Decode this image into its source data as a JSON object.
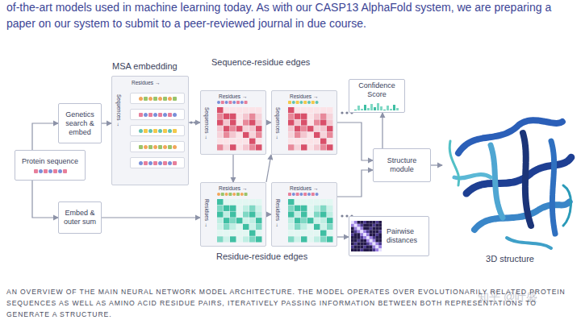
{
  "diagram": {
    "caption": "AN OVERVIEW OF THE MAIN NEURAL NETWORK MODEL ARCHITECTURE. THE MODEL OPERATES OVER EVOLUTIONARILY RELATED PROTEIN SEQUENCES AS WELL AS AMINO ACID RESIDUE PAIRS, ITERATIVELY PASSING INFORMATION BETWEEN BOTH REPRESENTATIONS TO GENERATE A STRUCTURE.",
    "nodes": [
      {
        "text": [
          "Protein sequence"
        ]
      },
      {
        "text": [
          "Genetics search & embed"
        ]
      },
      {
        "text": [
          "Embed & outer sum"
        ]
      },
      {
        "text": [
          "MSA embedding",
          "Residues →",
          "Sequences →"
        ]
      },
      {
        "text": [
          "Residues →",
          "Sequences →"
        ]
      },
      {
        "text": [
          "Residues →",
          "Sequences →"
        ]
      },
      {
        "text": [
          "Residues →",
          "Residues →"
        ]
      },
      {
        "text": [
          "Residues →",
          "Residues →"
        ]
      },
      {
        "text": [
          "Confidence Score"
        ]
      },
      {
        "text": [
          "Structure module"
        ]
      },
      {
        "text": [
          "Pairwise distances"
        ]
      },
      {
        "text": [
          "3D structure"
        ]
      }
    ],
    "edges": [
      {
        "from": 0,
        "to": 1,
        "arrow": "to"
      },
      {
        "from": 0,
        "to": 2,
        "arrow": "to"
      },
      {
        "from": 1,
        "to": 3,
        "arrow": "to"
      },
      {
        "from": 2,
        "to": 6,
        "arrow": "to"
      },
      {
        "from": 3,
        "to": 4,
        "arrow": "to"
      },
      {
        "from": 4,
        "to": 5,
        "arrow": "to"
      },
      {
        "from": 4,
        "to": 6,
        "arrow": "to"
      },
      {
        "from": 6,
        "to": 5,
        "arrow": "to"
      },
      {
        "from": 6,
        "to": 7,
        "arrow": "to"
      },
      {
        "from": 5,
        "to": 9,
        "arrow": "to"
      },
      {
        "from": 7,
        "to": 9,
        "arrow": "to"
      },
      {
        "from": 7,
        "to": 10,
        "arrow": "to"
      },
      {
        "from": 9,
        "to": 8,
        "arrow": "to"
      },
      {
        "from": 9,
        "to": 11,
        "arrow": "to"
      }
    ],
    "labels": [
      "of-the-art models used in machine learning today. As with our CASP13 AlphaFold system, we are preparing a paper on our system to submit to a peer-reviewed journal in due course.",
      "Sequence-residue edges",
      "Residue-residue edges",
      "知乎 @叶盛"
    ]
  }
}
